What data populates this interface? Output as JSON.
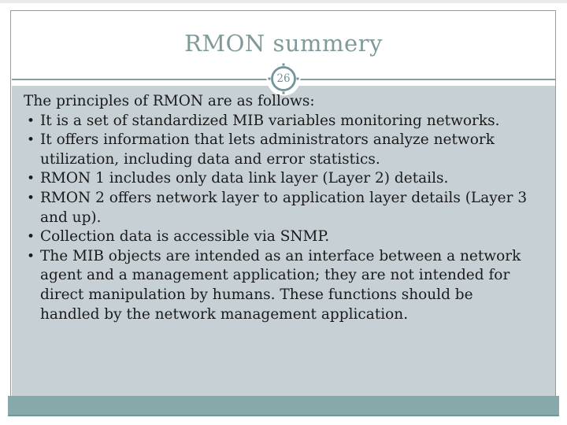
{
  "slide": {
    "title": "RMON summery",
    "page_number": "26",
    "bullet_glyph": "•",
    "body": {
      "intro": "The principles of RMON are as follows:",
      "bullets": [
        {
          "lines": [
            "It is a set of standardized MIB variables monitoring networks."
          ]
        },
        {
          "lines": [
            "It offers information that lets administrators analyze network",
            "utilization, including data and error statistics."
          ]
        },
        {
          "lines": [
            "RMON 1 includes only data link layer (Layer 2) details."
          ]
        },
        {
          "lines": [
            "RMON 2 offers network layer to application layer details (Layer 3",
            "and up)."
          ]
        },
        {
          "lines": [
            "Collection data is accessible via SNMP."
          ]
        },
        {
          "lines": [
            "The MIB objects are intended as an interface between a network",
            "agent and a management application; they are not intended for",
            "direct manipulation by humans. These functions should be",
            "handled by the network management application."
          ]
        }
      ]
    },
    "colors": {
      "accent_teal": "#7f9a9b",
      "frame_border": "#8e9fa2",
      "content_bg": "#c7d1d5",
      "bottom_bar": "#87a9a9",
      "body_text": "#1b1b1b",
      "badge_ring": "#72979a"
    }
  }
}
